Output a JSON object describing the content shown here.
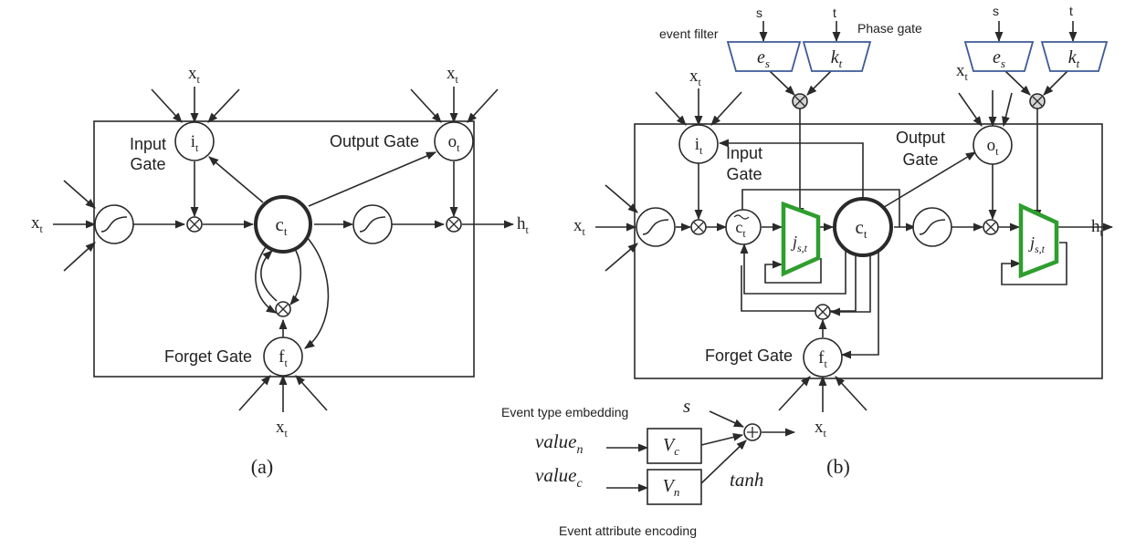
{
  "panel_a": {
    "input_gate": [
      "Input",
      "Gate"
    ],
    "output_gate": "Output Gate",
    "forget_gate": "Forget Gate",
    "i_base": "i",
    "o_base": "o",
    "f_base": "f",
    "c_base": "c",
    "x_base": "x",
    "h_base": "h",
    "sub_t": "t",
    "caption": "(a)"
  },
  "panel_b": {
    "input_gate": [
      "Input",
      "Gate"
    ],
    "output_gate": [
      "Output",
      "Gate"
    ],
    "forget_gate": "Forget Gate",
    "event_filter": "event filter",
    "phase_gate": "Phase gate",
    "s": "s",
    "t": "t",
    "e_base": "e",
    "e_sub": "s",
    "k_base": "k",
    "k_sub": "t",
    "j_base": "j",
    "j_sub": "s,t",
    "i_base": "i",
    "o_base": "o",
    "f_base": "f",
    "c_base": "c",
    "x_base": "x",
    "h_base": "h",
    "sub_t": "t",
    "caption": "(b)",
    "event_type_embedding": "Event type embedding",
    "s_input": "s",
    "value_n_base": "value",
    "value_n_sub": "n",
    "value_c_base": "value",
    "value_c_sub": "c",
    "vc_base": "V",
    "vc_sub": "c",
    "vn_base": "V",
    "vn_sub": "n",
    "tanh": "tanh",
    "event_attribute_encoding": "Event attribute encoding"
  },
  "colors": {
    "line": "#2a2a2a",
    "filter_blue": "#3d5a98",
    "green_gate": "#2e9e2e",
    "grey_node": "#d4d4d4"
  }
}
